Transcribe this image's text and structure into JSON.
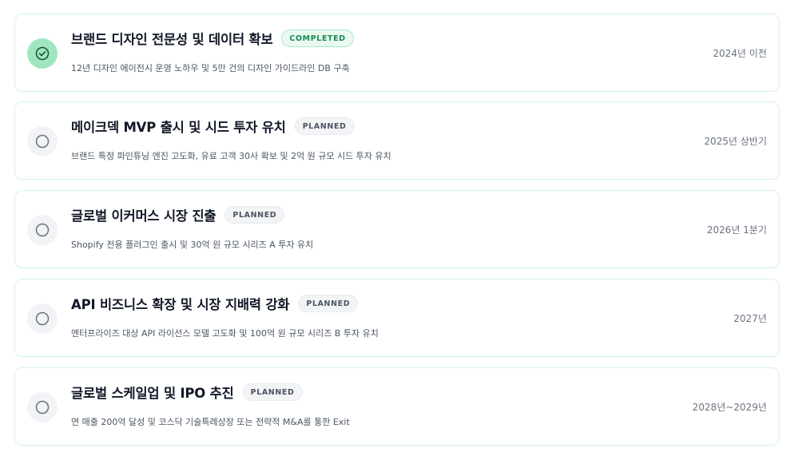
{
  "milestones": [
    {
      "title": "브랜드 디자인 전문성 및 데이터 확보",
      "badge": "COMPLETED",
      "description": "12년 디자인 에이전시 운영 노하우 및 5만 건의 디자인 가이드라인 DB 구축",
      "date": "2024년 이전",
      "status_icon": "check-circle-icon"
    },
    {
      "title": "메이크덱 MVP 출시 및 시드 투자 유치",
      "badge": "PLANNED",
      "description": "브랜드 특정 파인튜닝 엔진 고도화, 유료 고객 30사 확보 및 2억 원 규모 시드 투자 유치",
      "date": "2025년 상반기",
      "status_icon": "empty-circle-icon"
    },
    {
      "title": "글로벌 이커머스 시장 진출",
      "badge": "PLANNED",
      "description": "Shopify 전용 플러그인 출시 및 30억 원 규모 시리즈 A 투자 유치",
      "date": "2026년 1분기",
      "status_icon": "empty-circle-icon"
    },
    {
      "title": "API 비즈니스 확장 및 시장 지배력 강화",
      "badge": "PLANNED",
      "description": "엔터프라이즈 대상 API 라이선스 모델 고도화 및 100억 원 규모 시리즈 B 투자 유치",
      "date": "2027년",
      "status_icon": "empty-circle-icon"
    },
    {
      "title": "글로벌 스케일업 및 IPO 추진",
      "badge": "PLANNED",
      "description": "연 매출 200억 달성 및 코스닥 기술특례상장 또는 전략적 M&A를 통한 Exit",
      "date": "2028년~2029년",
      "status_icon": "empty-circle-icon"
    }
  ],
  "colors": {
    "card_border": "#d3f3e2",
    "completed_circle": "#9fe6bf",
    "completed_badge_text": "#168a52",
    "planned_circle": "#f1f3f6",
    "title": "#111827",
    "description": "#4b5563",
    "date": "#6b7280"
  }
}
